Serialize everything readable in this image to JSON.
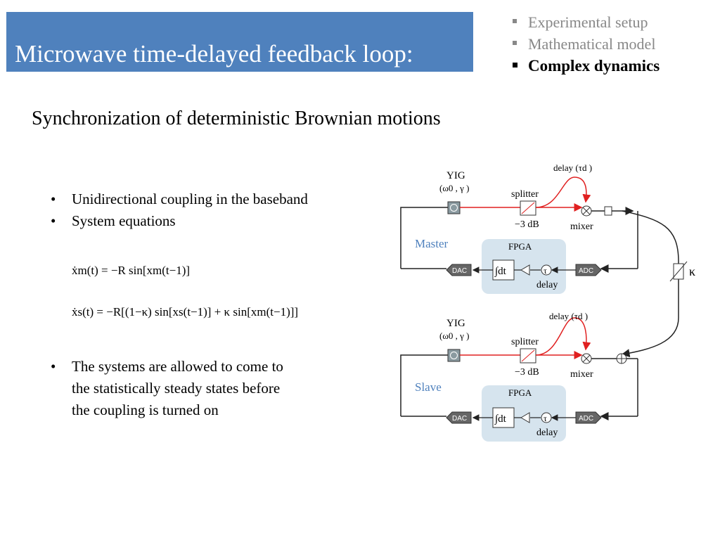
{
  "header": {
    "title": "Microwave time-delayed feedback loop:",
    "title_bg": "#4f81bd"
  },
  "nav": {
    "items": [
      {
        "label": "Experimental setup",
        "state": "inactive"
      },
      {
        "label": "Mathematical model",
        "state": "inactive"
      },
      {
        "label": "Complex dynamics",
        "state": "active"
      }
    ]
  },
  "main": {
    "subtitle": "Synchronization of deterministic Brownian motions",
    "bullets": [
      "Unidirectional coupling in the baseband",
      "System equations"
    ],
    "equations": [
      "ẋm(t) = −R sin[xm(t−1)]",
      "ẋs(t) = −R[(1−κ) sin[xs(t−1)] + κ sin[xm(t−1)]]"
    ],
    "bullets2": {
      "lines": [
        "The systems are allowed to come to",
        "the statistically steady states before",
        "the coupling is turned on"
      ]
    }
  },
  "diagram": {
    "master_label": "Master",
    "slave_label": "Slave",
    "yig": "YIG",
    "yig_params": "(ω0 , γ )",
    "delay_top": "delay (τd )",
    "splitter": "splitter",
    "minus3db": "−3 dB",
    "mixer": "mixer",
    "fpga": "FPGA",
    "dac": "DAC",
    "adc": "ADC",
    "dt": "∫dt",
    "tau": "τ",
    "delay": "delay",
    "kappa": "κ",
    "colors": {
      "red": "#e02020",
      "fpga_bg": "#d6e4ee",
      "label_blue": "#4f81bd"
    }
  }
}
